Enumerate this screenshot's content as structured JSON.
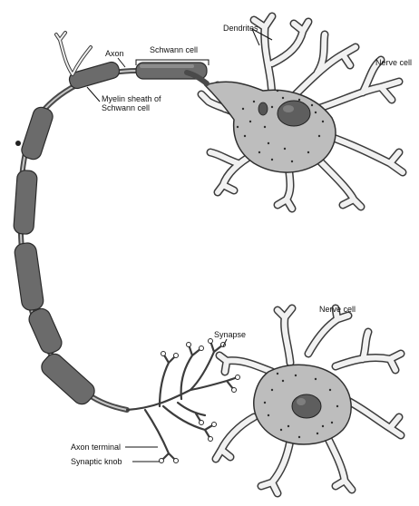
{
  "labels": {
    "dendrites": "Dendrites",
    "axon": "Axon",
    "schwann_cell": "Schwann cell",
    "myelin_sheath_line1": "Myelin sheath of",
    "myelin_sheath_line2": "Schwann cell",
    "nerve_cell_top": "Nerve cell",
    "nerve_cell_bottom": "Nerve cell",
    "synapse": "Synapse",
    "axon_terminal": "Axon terminal",
    "synaptic_knob": "Synaptic knob"
  },
  "colors": {
    "cell_body": "#bdbdbd",
    "nucleus": "#5e5e5e",
    "myelin": "#6b6b6b",
    "dendrite_outline": "#3c3c3c"
  }
}
